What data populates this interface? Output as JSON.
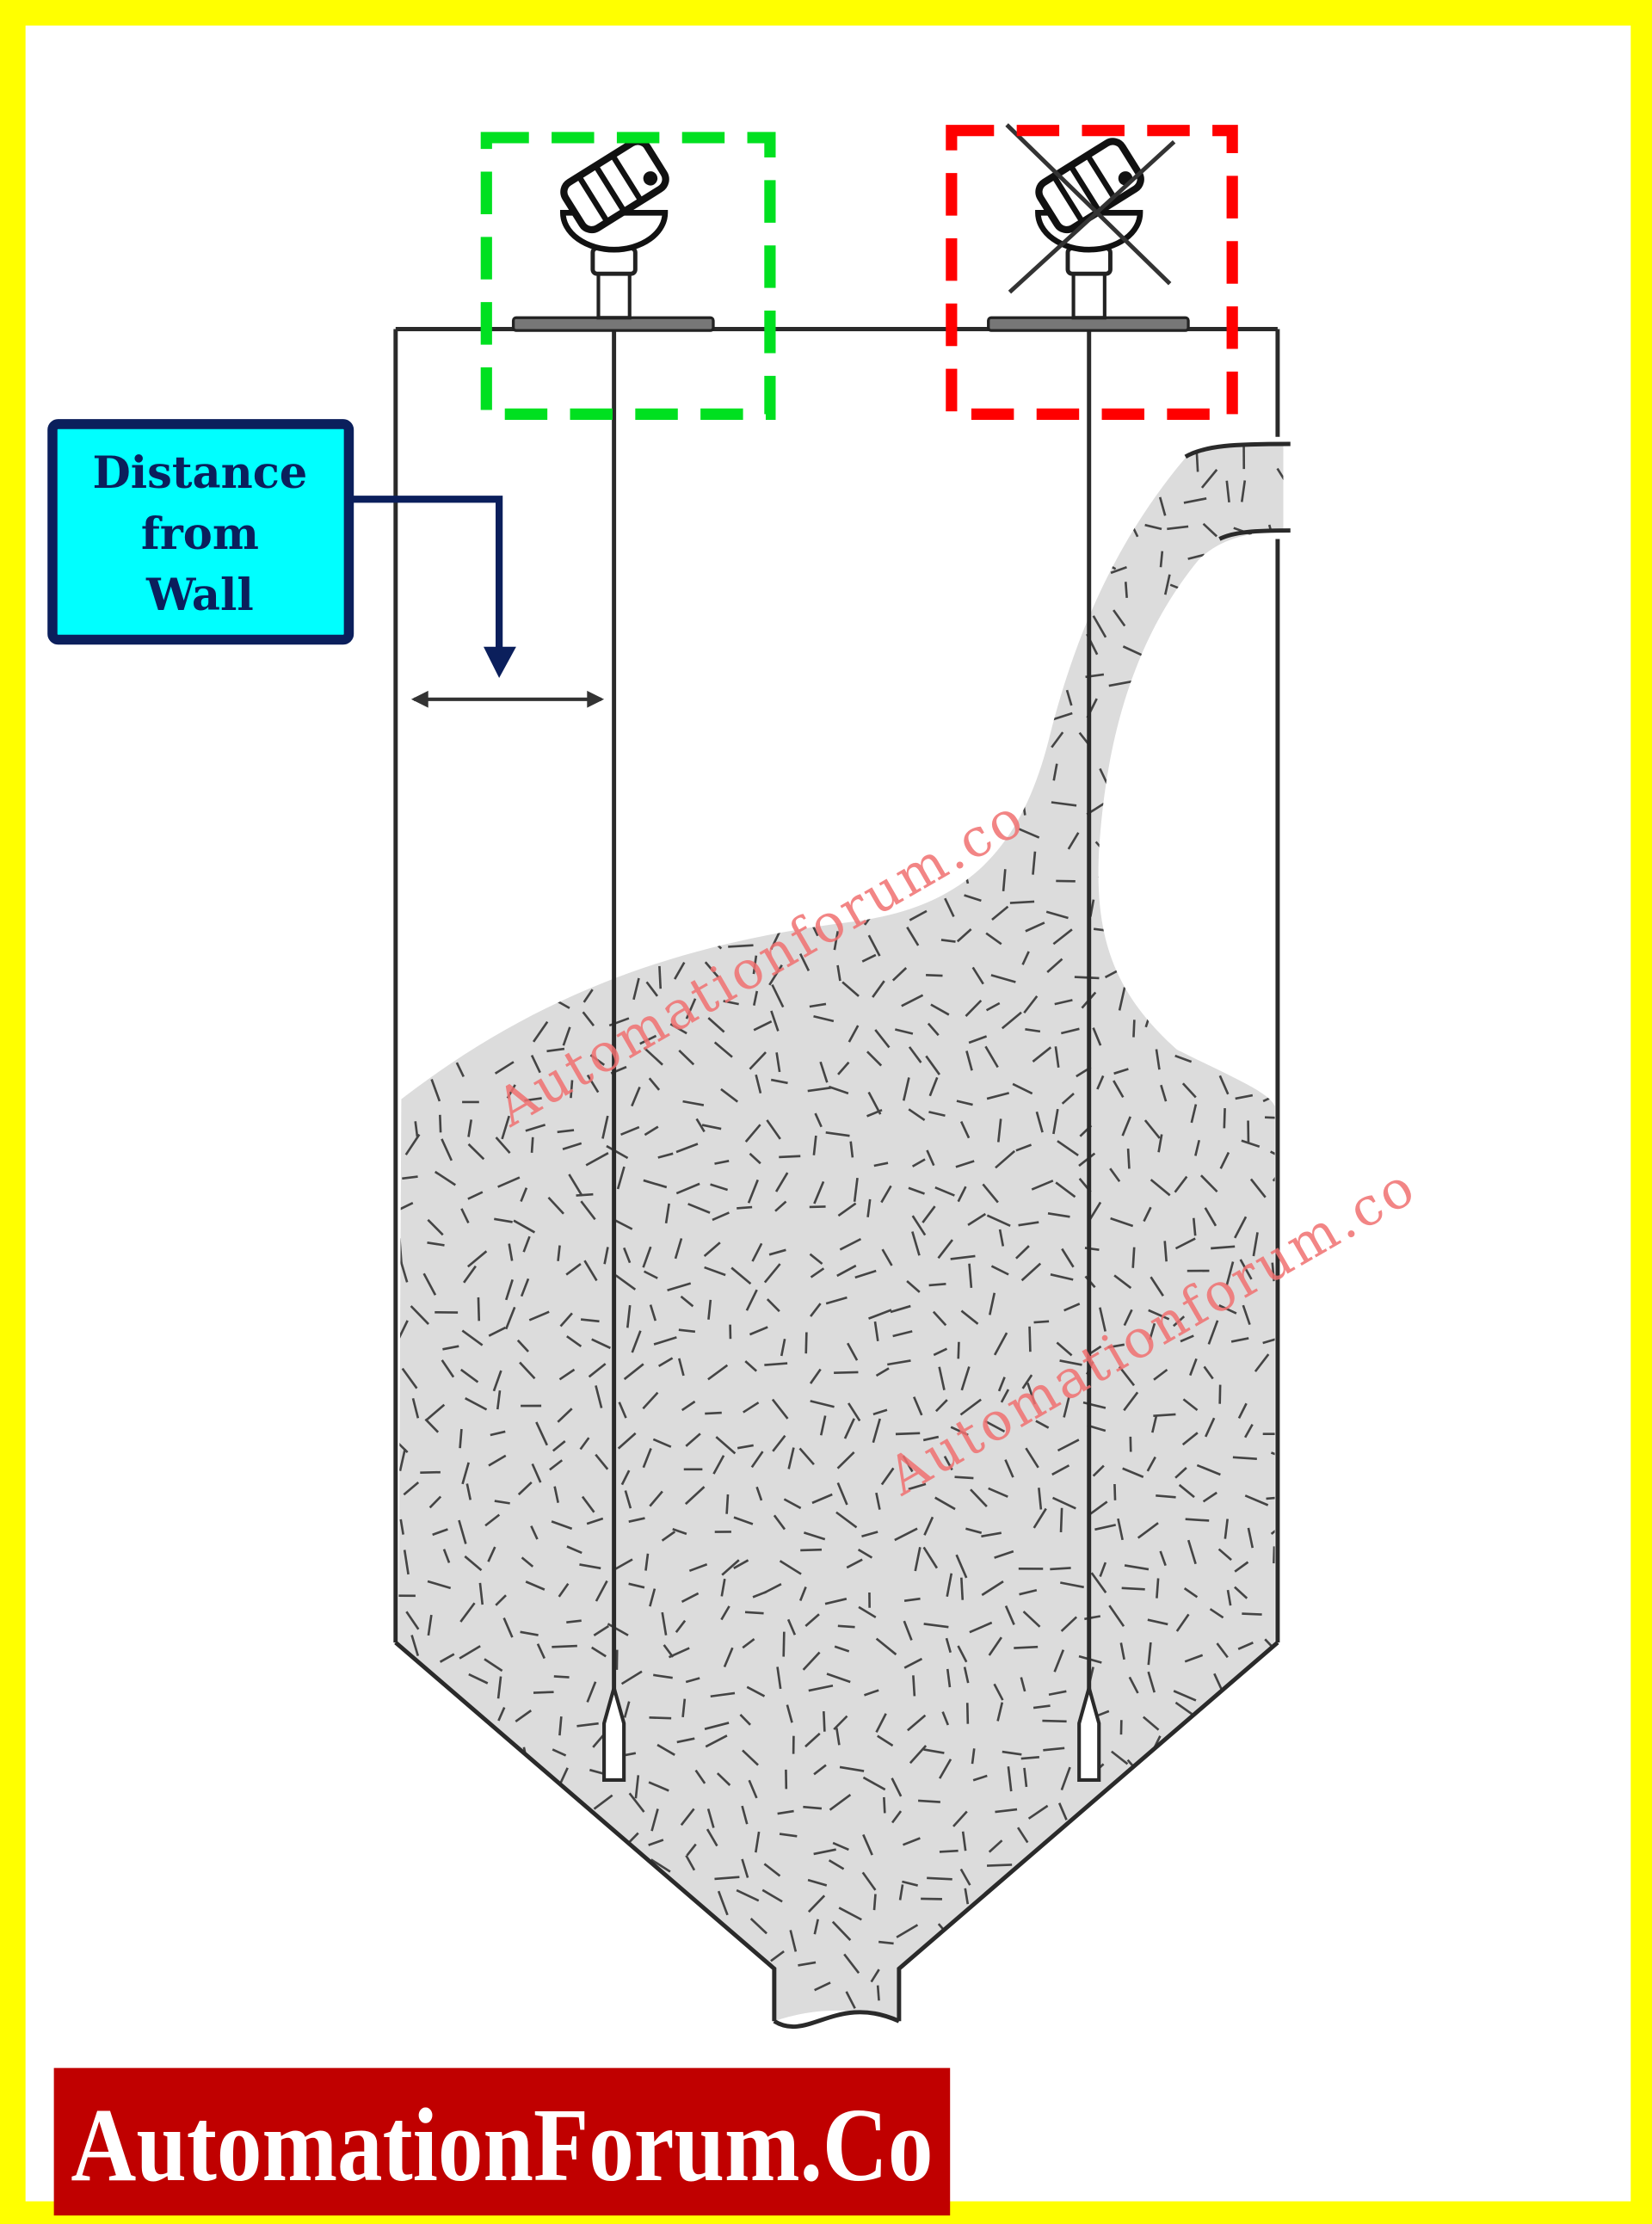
{
  "callout": {
    "lines": [
      "Distance",
      "from",
      "Wall"
    ]
  },
  "watermarks": [
    "Automationforum.co",
    "Automationforum.co"
  ],
  "banner": {
    "text": "AutomationForum.Co"
  },
  "colors": {
    "frame": "#ffff00",
    "correct_box": "#00e020",
    "incorrect_box": "#ff0000",
    "callout_fill": "#00ffff",
    "callout_border": "#0b1f5c",
    "material": "#dcdcdc",
    "watermark": "#f07070",
    "banner": "#c00000"
  },
  "icons": {
    "correct_sensor": "radar-level-sensor-icon",
    "incorrect_sensor": "radar-level-sensor-crossed-icon"
  }
}
